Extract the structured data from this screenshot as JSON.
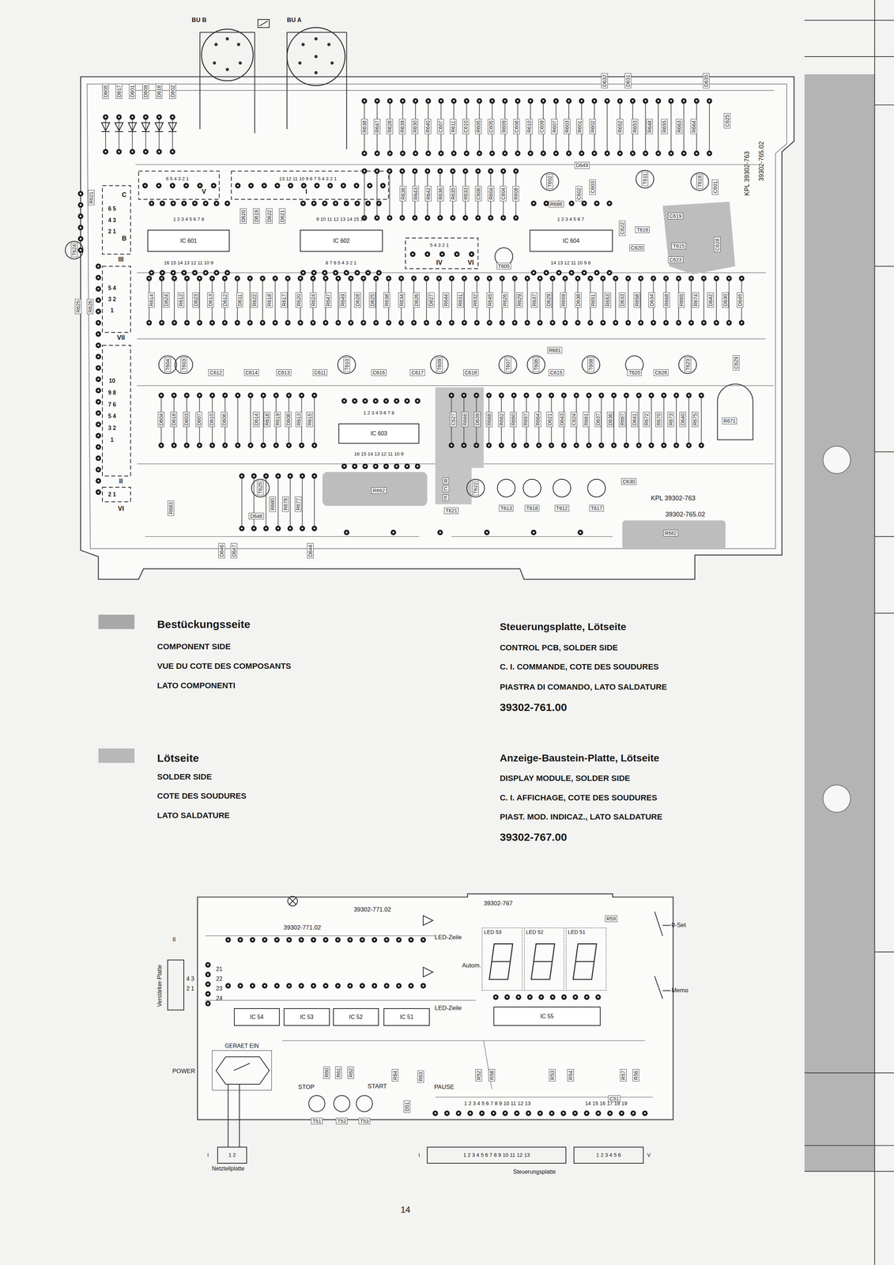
{
  "diagram": {
    "nodes": [
      {
        "text": [
          "IC 601"
        ]
      },
      {
        "text": [
          "IC 602"
        ]
      },
      {
        "text": [
          "IC 604"
        ]
      },
      {
        "text": [
          "IC 603"
        ]
      },
      {
        "text": [
          "LED 53"
        ]
      },
      {
        "text": [
          "LED 52"
        ]
      },
      {
        "text": [
          "LED 51"
        ]
      },
      {
        "text": [
          "IC 54"
        ]
      },
      {
        "text": [
          "IC 53"
        ]
      },
      {
        "text": [
          "IC 52"
        ]
      },
      {
        "text": [
          "IC 51"
        ]
      },
      {
        "text": [
          "IC 55"
        ]
      },
      {
        "text": [
          "GERAET EIN"
        ]
      }
    ],
    "labels": [
      "BU B",
      "BU A",
      "D605",
      "D617",
      "D601",
      "D609",
      "D616",
      "D602",
      "R638",
      "R647",
      "R628",
      "R639",
      "R630",
      "R640",
      "C607",
      "R611",
      "C610",
      "R605",
      "C605",
      "R609",
      "C608",
      "R610",
      "C609",
      "R607",
      "R603",
      "R601",
      "R602",
      "D632",
      "D631",
      "D635",
      "R652",
      "R653",
      "R648",
      "R655",
      "R663",
      "R664",
      "C625",
      "R621",
      "R638",
      "R643",
      "R642",
      "R636",
      "R635",
      "R633",
      "C606",
      "R604",
      "C604",
      "R608",
      "T602",
      "C602",
      "R686",
      "D649",
      "C603",
      "T611",
      "T619",
      "C601",
      "C619",
      "C622",
      "T616",
      "T615",
      "C620",
      "C623",
      "C628",
      "T605",
      "D620",
      "D619",
      "D622",
      "D621",
      "1 2 3 4 5 6 7 8",
      "16 15 14 13 12 11 10 9",
      "9 10 11 12 13 14 15 16",
      "8 7 6 5 4 3 2 1",
      "1 2 3 4 5 6 7",
      "14 13 12 11 10 9 8",
      "6 5 4 3 2 1",
      "13 12 11 10 9 8 7 5 4 3 2 1",
      "5 4 3 2 1",
      "1 2 3 4 5 6 7 8",
      "16 15 14 13 12 11 10 9",
      "6 5 4 3 2 1",
      "5 4 3 2 1",
      "10 9 8 7 6 5 4 3 2 1",
      "2 1",
      "V",
      "I",
      "IV",
      "VI",
      "III",
      "VII",
      "II",
      "VI",
      "C",
      "B",
      "T624",
      "R625",
      "R626",
      "R614",
      "D624",
      "R612",
      "D623",
      "D613",
      "D612",
      "D611",
      "R622",
      "R618",
      "R617",
      "R620",
      "R624",
      "R647",
      "R649",
      "D628",
      "D625",
      "R638",
      "R634",
      "D626",
      "D627",
      "R644",
      "R631",
      "R632",
      "R645",
      "R626",
      "R629",
      "R637",
      "D629",
      "R659",
      "D638",
      "R651",
      "R653",
      "D633",
      "R658",
      "D634",
      "R668",
      "R665",
      "R674",
      "D642",
      "D630",
      "D645",
      "T604",
      "T603",
      "C612",
      "C614",
      "C613",
      "C611",
      "T610",
      "C616",
      "C617",
      "T609",
      "C618",
      "T607",
      "T606",
      "C615",
      "R681",
      "T608",
      "T620",
      "C626",
      "T623",
      "C629",
      "D604",
      "D618",
      "D603",
      "D607",
      "D610",
      "D606",
      "D614",
      "R618",
      "R619",
      "D608",
      "R613",
      "R615",
      "C627",
      "R666",
      "D639",
      "R668",
      "R662",
      "R660",
      "R657",
      "R664",
      "D621",
      "D643",
      "C624",
      "R661",
      "D637",
      "D636",
      "R667",
      "D641",
      "R672",
      "R670",
      "R673",
      "D640",
      "R675",
      "R671",
      "T625",
      "R680",
      "R678",
      "R677",
      "D648",
      "R683",
      "D646",
      "D647",
      "D644",
      "R662",
      "B",
      "C",
      "E",
      "T621",
      "T622",
      "T613",
      "T618",
      "T612",
      "T617",
      "C630",
      "R682",
      "KPL 39302-763",
      "39302-765.02",
      "KPL 39302-763",
      "39302-765.02",
      "COMPONENT SIDE",
      "VUE DU COTE DES COMPOSANTS",
      "LATO COMPONENTI",
      "SOLDER SIDE",
      "COTE DES SOUDURES",
      "LATO SALDATURE",
      "Steuerungsplatte, Lötseite",
      "CONTROL PCB, SOLDER SIDE",
      "C. I. COMMANDE, COTE DES SOUDURES",
      "PIASTRA DI COMANDO, LATO SALDATURE",
      "39302-761.00",
      "Anzeige-Baustein-Platte, Lötseite",
      "DISPLAY MODULE, SOLDER SIDE",
      "C. I. AFFICHAGE, COTE DES SOUDURES",
      "PIAST. MOD. INDICAZ., LATO SALDATURE",
      "39302-767.00",
      "39302-771.02",
      "39302-771.02",
      "39302-767",
      "LED-Zeile",
      "Autom.",
      "LED-Zeile",
      "R59",
      "0-Set",
      "Memo",
      "Verstärker-Platte",
      "II",
      "4 3 2 1",
      "21 22 23 24",
      "POWER",
      "STOP",
      "START",
      "PAUSE",
      "R60",
      "R61",
      "R62",
      "R64",
      "R63",
      "D51",
      "R52",
      "R58",
      "R53",
      "R54",
      "R57",
      "R56",
      "C51",
      "T51",
      "T52",
      "T53",
      "1 2 3 4 5 6 7 8 9 10 11 12 13",
      "14 15 16 17 18 19",
      "1 2 3 4 5 6 7 8 9 10 11 12 13",
      "1 2 3 4 5 6",
      "1 2",
      "I",
      "I",
      "V",
      "Netzteilplatte",
      "Steuerungsplatte",
      "14"
    ],
    "legend": [
      {
        "text": "Bestückungsseite",
        "color": "#a8a8a8"
      },
      {
        "text": "Lötseite",
        "color": "#b8b8b8"
      }
    ]
  }
}
